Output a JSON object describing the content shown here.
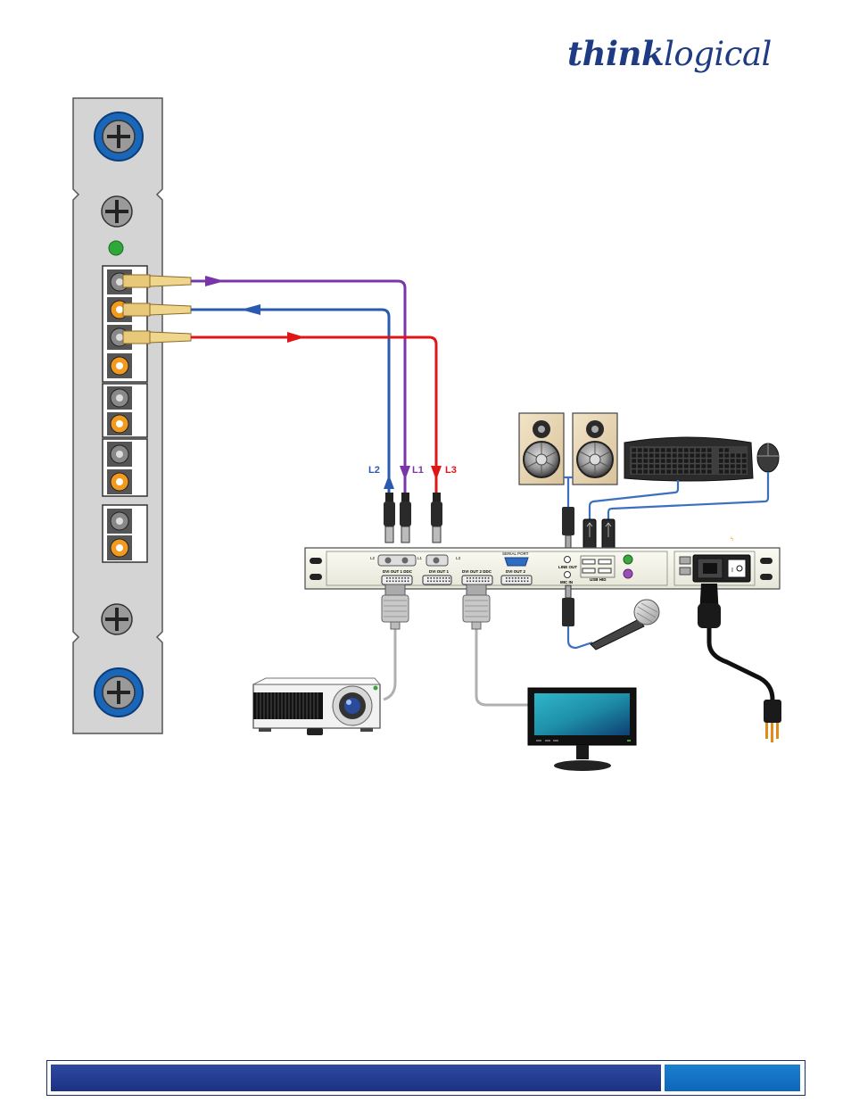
{
  "brand": {
    "logo_bold": "think",
    "logo_light": "logical"
  },
  "fiber_labels": {
    "l2": "L2",
    "l1": "L1",
    "l3": "L3"
  },
  "rear_panel": {
    "port_l2": "L2",
    "port_l1": "L1",
    "port_l3": "L3",
    "dvi_out_1_ddc": "DVI OUT 1 DDC",
    "dvi_out_1": "DVI OUT 1",
    "dvi_out_2_ddc": "DVI OUT 2 DDC",
    "dvi_out_2": "DVI OUT 2",
    "serial_port": "SERIAL PORT",
    "line_out": "LINE OUT",
    "mic_in": "MIC IN",
    "usb_hid": "USB HID"
  },
  "colors": {
    "l1": "#7a35a8",
    "l2": "#2a5ab0",
    "l3": "#e01515",
    "audio_cable": "#3b6fc0",
    "video_cable": "#b0b0b0",
    "brand": "#1f3b84"
  }
}
